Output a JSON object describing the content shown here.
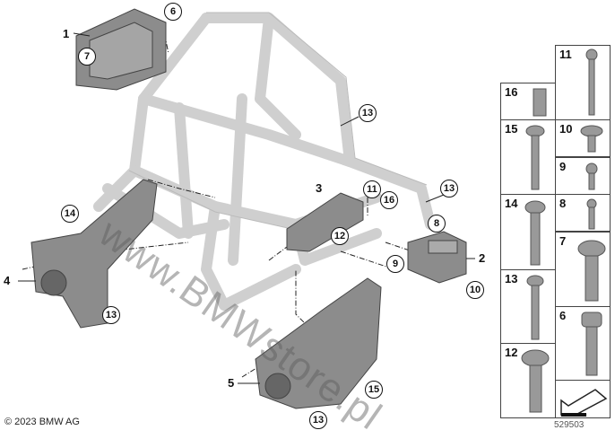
{
  "copyright": "© 2023 BMW AG",
  "diagram_code": "529503",
  "watermark": "www.BMWstore.pl",
  "callouts": {
    "c1": "1",
    "c6": "6",
    "c7": "7",
    "c13a": "13",
    "c3": "3",
    "c11": "11",
    "c16": "16",
    "c13b": "13",
    "c14": "14",
    "c4": "4",
    "c13c": "13",
    "c12": "12",
    "c8": "8",
    "c2": "2",
    "c9": "9",
    "c10": "10",
    "c5": "5",
    "c15": "15",
    "c13d": "13"
  },
  "parts_panel": [
    {
      "num": "11",
      "kind": "long-bolt"
    },
    {
      "num": "16",
      "kind": "threaded-sleeve"
    },
    {
      "num": "15",
      "kind": "long-bolt"
    },
    {
      "num": "10",
      "kind": "short-flange-bolt"
    },
    {
      "num": "9",
      "kind": "short-bolt"
    },
    {
      "num": "14",
      "kind": "stepped-bolt"
    },
    {
      "num": "8",
      "kind": "short-bolt"
    },
    {
      "num": "13",
      "kind": "long-bolt"
    },
    {
      "num": "7",
      "kind": "flange-bolt"
    },
    {
      "num": "6",
      "kind": "hex-bolt"
    },
    {
      "num": "12",
      "kind": "flange-bolt"
    }
  ],
  "colors": {
    "frame": "#d9d9d9",
    "part": "#8c8c8c",
    "outline": "#444444"
  }
}
